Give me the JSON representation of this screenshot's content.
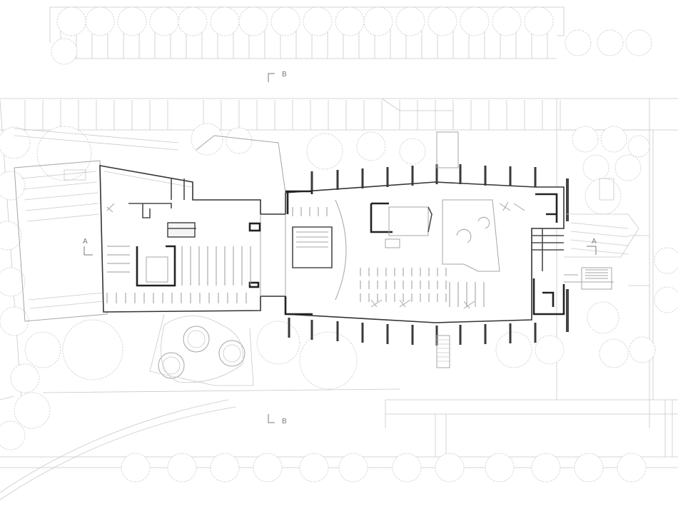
{
  "section_markers": [
    {
      "id": "b-top",
      "label": "B"
    },
    {
      "id": "b-bottom",
      "label": "B"
    },
    {
      "id": "a-left",
      "label": "A"
    },
    {
      "id": "a-right",
      "label": "A"
    }
  ]
}
